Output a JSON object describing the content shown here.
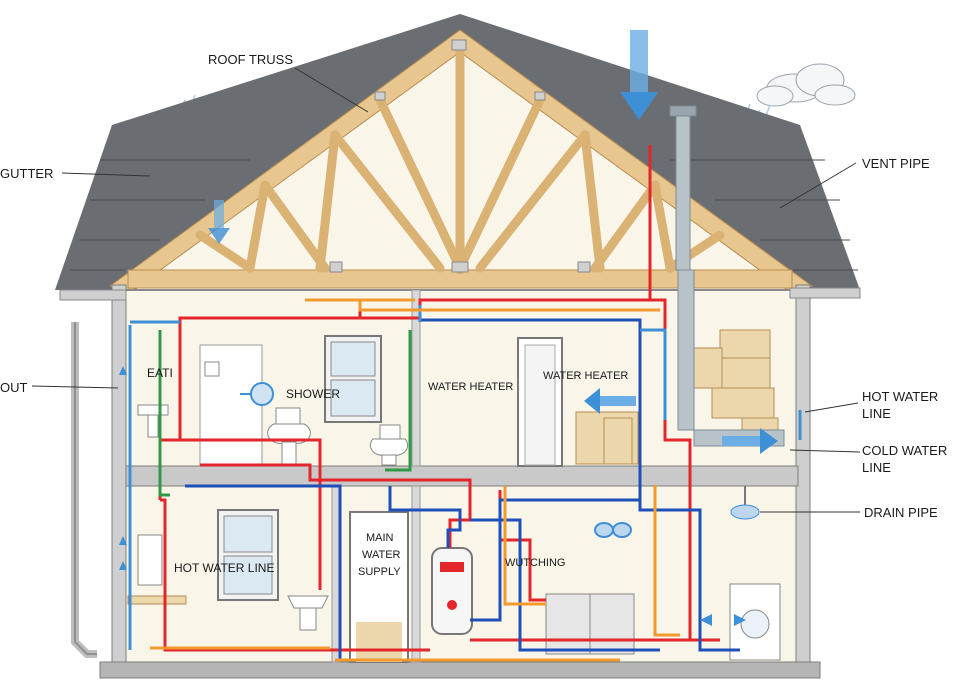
{
  "labels": {
    "roof_truss": "ROOF TRUSS",
    "gutter": "GUTTER",
    "vent_pipe": "VENT PIPE",
    "out": "OUT",
    "eati": "EATI",
    "shower": "SHOWER",
    "water_heater_1": "WATER HEATER",
    "water_heater_2": "WATER HEATER",
    "hot_water_line_right_1": "HOT WATER",
    "hot_water_line_right_2": "LINE",
    "cold_water_line_1": "COLD WATER",
    "cold_water_line_2": "LINE",
    "drain_pipe": "DRAIN PIPE",
    "hot_water_line_left": "HOT WATER LINE",
    "main_water_1": "MAIN",
    "main_water_2": "WATER",
    "main_water_3": "SUPPLY",
    "wutching": "WUTCHING"
  },
  "colors": {
    "hot": "#e3262b",
    "cold": "#1f4fb8",
    "cold_light": "#3d8fd6",
    "green": "#2f9a45",
    "orange": "#f29a2e",
    "roof": "#5e6166",
    "wood": "#e7c68f",
    "wood_dark": "#b98d4f",
    "wall": "#faf5e9",
    "floor": "#c9c9c9",
    "vent": "#b8c2c9"
  }
}
